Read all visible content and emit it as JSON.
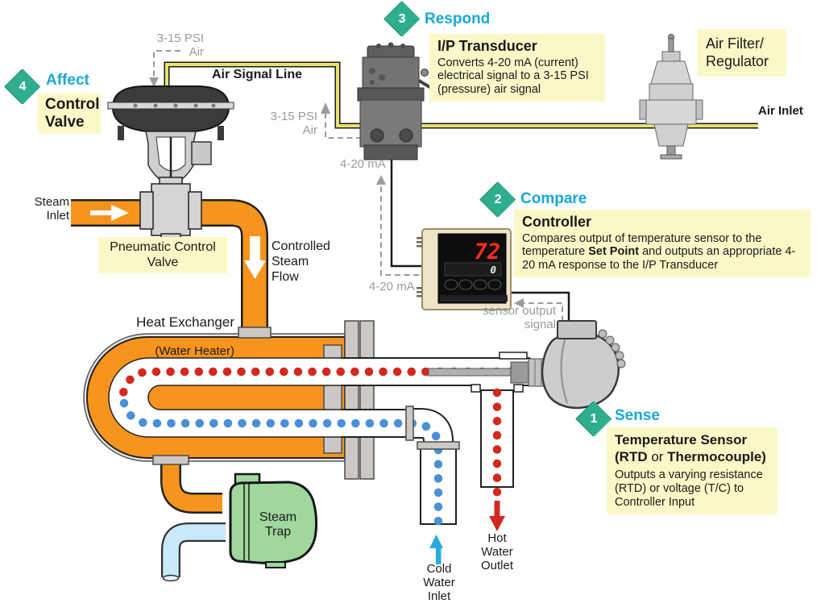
{
  "palette": {
    "accent_teal": "#2fae8e",
    "header_cyan": "#18a7d9",
    "callout_yellow": "#faf8c7",
    "steam_orange": "#f7941e",
    "hot_red": "#d4281e",
    "cold_blue": "#4a90d6",
    "cold_arrow_cyan": "#2aabdf",
    "air_line_yellow": "#e6e26e",
    "annotation_gray": "#9b9b9b",
    "trap_green": "#9fd79c",
    "cold_pipe_blue": "#c9e9fa"
  },
  "steps": [
    {
      "number": "1",
      "label": "Sense"
    },
    {
      "number": "2",
      "label": "Compare"
    },
    {
      "number": "3",
      "label": "Respond"
    },
    {
      "number": "4",
      "label": "Affect"
    }
  ],
  "callouts": {
    "affect": {
      "title": "Control\nValve"
    },
    "respond": {
      "title": "I/P Transducer",
      "body": "Converts 4-20 mA (current) electrical signal to a 3-15 PSI (pressure) air signal"
    },
    "compare": {
      "title": "Controller",
      "body_pre": "Compares output of temperature sensor to the temperature ",
      "body_bold": "Set Point",
      "body_post": " and outputs an appropriate 4-20 mA response to the I/P Transducer"
    },
    "sense": {
      "title_line1": "Temperature Sensor",
      "title2_bold1": "(RTD",
      "title2_mid": " or ",
      "title2_bold2": "Thermocouple)",
      "body": "Outputs a varying resistance (RTD) or voltage (T/C) to Controller Input"
    },
    "air_filter": {
      "title": "Air Filter/\nRegulator"
    }
  },
  "labels": {
    "air_signal_line": "Air Signal Line",
    "air_inlet": "Air Inlet",
    "psi_air_valve": "3-15 PSI\nAir",
    "psi_air_transducer": "3-15 PSI\nAir",
    "ma_transducer": "4-20 mA",
    "ma_controller": "4-20 mA",
    "sensor_output_signal": "sensor output\nsignal",
    "steam_inlet": "Steam\nInlet",
    "pneumatic_control_valve": "Pneumatic\nControl Valve",
    "controlled_steam_flow": "Controlled\nSteam\nFlow",
    "heat_exchanger_line1": "Heat Exchanger",
    "heat_exchanger_line2": "(Water  Heater)",
    "steam_trap": "Steam\nTrap",
    "cold_water_inlet": "Cold\nWater\nInlet",
    "hot_water_outlet": "Hot\nWater\nOutlet"
  },
  "controller_display": {
    "process_value": "72",
    "set_value": "0"
  }
}
